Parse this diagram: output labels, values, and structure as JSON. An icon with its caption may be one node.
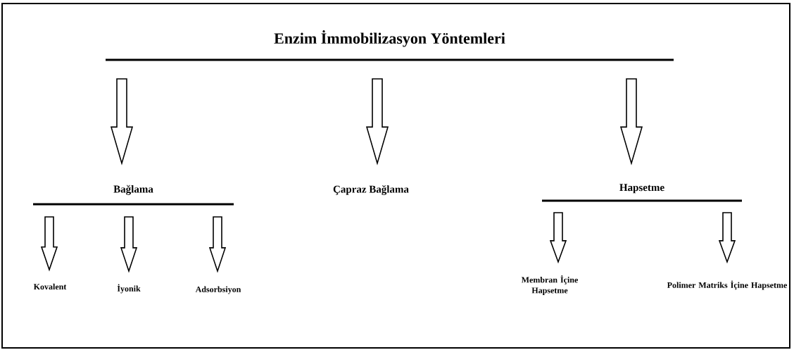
{
  "diagram": {
    "nodes": [
      {
        "text": [
          "Enzim İmmobilizasyon Yöntemleri"
        ]
      },
      {
        "text": [
          "Bağlama"
        ]
      },
      {
        "text": [
          "Çapraz Bağlama"
        ]
      },
      {
        "text": [
          "Hapsetme"
        ]
      },
      {
        "text": [
          "Kovalent"
        ]
      },
      {
        "text": [
          "İyonik"
        ]
      },
      {
        "text": [
          "Adsorbsiyon"
        ]
      },
      {
        "text": [
          "Membran İçine Hapsetme"
        ]
      },
      {
        "text": [
          "Polimer Matriks İçine Hapsetme"
        ]
      }
    ],
    "edges": [
      {
        "from": 0,
        "to": 1,
        "arrow": "to"
      },
      {
        "from": 0,
        "to": 2,
        "arrow": "to"
      },
      {
        "from": 0,
        "to": 3,
        "arrow": "to"
      },
      {
        "from": 1,
        "to": 4,
        "arrow": "to"
      },
      {
        "from": 1,
        "to": 5,
        "arrow": "to"
      },
      {
        "from": 1,
        "to": 6,
        "arrow": "to"
      },
      {
        "from": 3,
        "to": 7,
        "arrow": "to"
      },
      {
        "from": 3,
        "to": 8,
        "arrow": "to"
      }
    ]
  }
}
